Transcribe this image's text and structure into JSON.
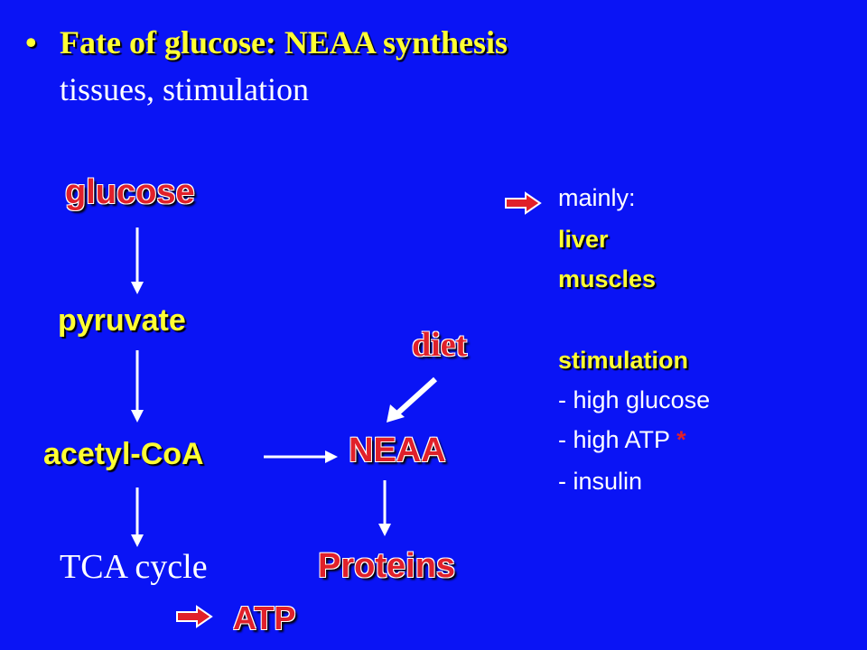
{
  "slide": {
    "bullet": "•",
    "title": "Fate of glucose: NEAA synthesis",
    "subtitle": "tissues, stimulation"
  },
  "pathway": {
    "glucose": "glucose",
    "pyruvate": "pyruvate",
    "acetyl_coa": "acetyl-CoA",
    "tca_cycle": "TCA cycle",
    "atp": "ATP",
    "diet": "diet",
    "neaa": "NEAA",
    "proteins": "Proteins"
  },
  "side_notes": {
    "mainly_label": "mainly:",
    "tissues": [
      "liver",
      "muscles"
    ],
    "stimulation_label": "stimulation",
    "conditions": [
      "- high glucose",
      "- high ATP ",
      "- insulin"
    ],
    "atp_marker": "*"
  },
  "colors": {
    "background": "#0a14f5",
    "title_yellow": "#ffff33",
    "node_red": "#e0202a",
    "arrow_white": "#ffffff"
  },
  "icons": [
    "right-arrow-icon",
    "down-arrow-icon",
    "diagonal-arrow-icon"
  ]
}
